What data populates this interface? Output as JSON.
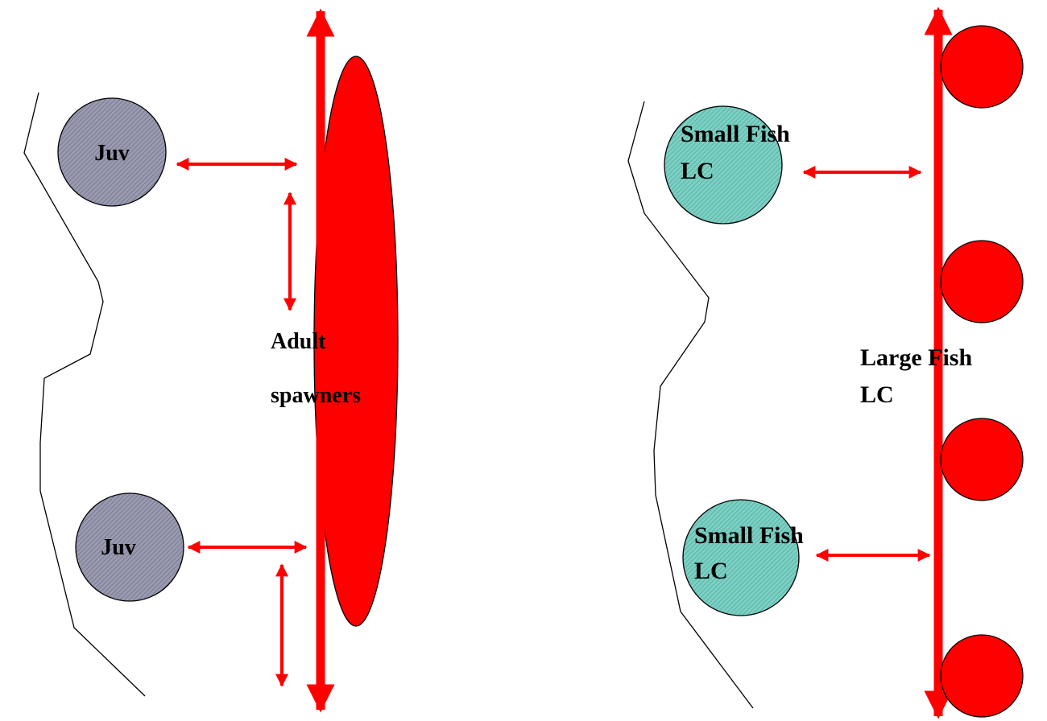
{
  "left_panel": {
    "juveniles": [
      {
        "label": "Juv"
      },
      {
        "label": "Juv"
      }
    ],
    "adult": {
      "line1": "Adult",
      "line2": "spawners"
    }
  },
  "right_panel": {
    "small_fish": [
      {
        "line1": "Small Fish",
        "line2": "LC"
      },
      {
        "line1": "Small Fish",
        "line2": "LC"
      }
    ],
    "large_fish": {
      "line1": "Large Fish",
      "line2": "LC"
    }
  },
  "colors": {
    "arrow": "#ff0000",
    "spawner_fill": "#ff0000",
    "juv_fill": "#8f8fa6",
    "small_fish_fill": "#6fc7bb",
    "shoreline": "#000000"
  }
}
